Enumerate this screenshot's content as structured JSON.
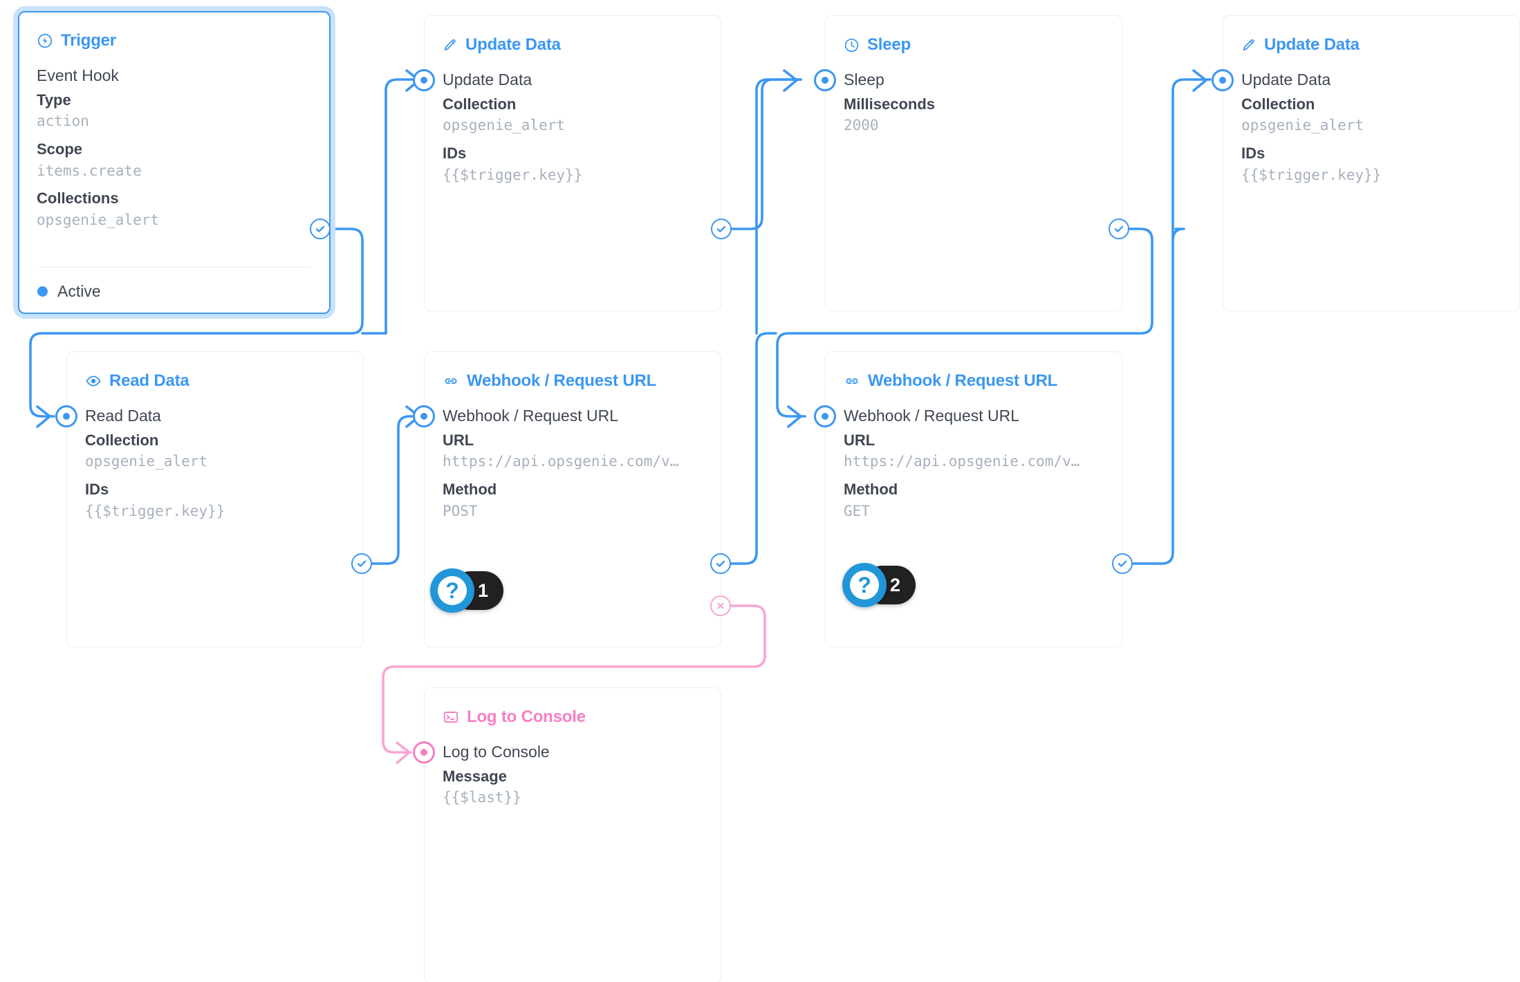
{
  "nodes": [
    {
      "id": "trigger",
      "type": "trigger",
      "icon": "lightning-circle-icon",
      "title": "Trigger",
      "op_name": "Event Hook",
      "fields": [
        {
          "label": "Type",
          "value": "action"
        },
        {
          "label": "Scope",
          "value": "items.create"
        },
        {
          "label": "Collections",
          "value": "opsgenie_alert"
        }
      ],
      "status": "Active",
      "selected": true
    },
    {
      "id": "update-data-1",
      "type": "update",
      "icon": "pencil-icon",
      "title": "Update Data",
      "op_name": "Update Data",
      "fields": [
        {
          "label": "Collection",
          "value": "opsgenie_alert"
        },
        {
          "label": "IDs",
          "value": "{{$trigger.key}}"
        }
      ]
    },
    {
      "id": "sleep",
      "type": "sleep",
      "icon": "clock-icon",
      "title": "Sleep",
      "op_name": "Sleep",
      "fields": [
        {
          "label": "Milliseconds",
          "value": "2000"
        }
      ]
    },
    {
      "id": "update-data-2",
      "type": "update",
      "icon": "pencil-icon",
      "title": "Update Data",
      "op_name": "Update Data",
      "fields": [
        {
          "label": "Collection",
          "value": "opsgenie_alert"
        },
        {
          "label": "IDs",
          "value": "{{$trigger.key}}"
        }
      ]
    },
    {
      "id": "read-data",
      "type": "read",
      "icon": "eye-icon",
      "title": "Read Data",
      "op_name": "Read Data",
      "fields": [
        {
          "label": "Collection",
          "value": "opsgenie_alert"
        },
        {
          "label": "IDs",
          "value": "{{$trigger.key}}"
        }
      ]
    },
    {
      "id": "webhook-1",
      "type": "webhook",
      "icon": "link-icon",
      "title": "Webhook / Request URL",
      "op_name": "Webhook / Request URL",
      "fields": [
        {
          "label": "URL",
          "value": "https://api.opsgenie.com/v…"
        },
        {
          "label": "Method",
          "value": "POST"
        }
      ],
      "help_badge": {
        "glyph": "?",
        "count": "1"
      }
    },
    {
      "id": "webhook-2",
      "type": "webhook",
      "icon": "link-icon",
      "title": "Webhook / Request URL",
      "op_name": "Webhook / Request URL",
      "fields": [
        {
          "label": "URL",
          "value": "https://api.opsgenie.com/v…"
        },
        {
          "label": "Method",
          "value": "GET"
        }
      ],
      "help_badge": {
        "glyph": "?",
        "count": "2"
      }
    },
    {
      "id": "log-to-console",
      "type": "log",
      "icon": "console-icon",
      "title": "Log to Console",
      "op_name": "Log to Console",
      "fields": [
        {
          "label": "Message",
          "value": "{{$last}}"
        }
      ]
    }
  ],
  "colors": {
    "accent_blue": "#3b97f0",
    "accent_pink": "#f87ec4",
    "reject_pink": "#f8a5d3",
    "text_dark": "#3f4652",
    "text_muted": "#a7b0bd",
    "card_border": "#eceef1",
    "badge_dark": "#212121",
    "help_blue": "#2196d8"
  }
}
